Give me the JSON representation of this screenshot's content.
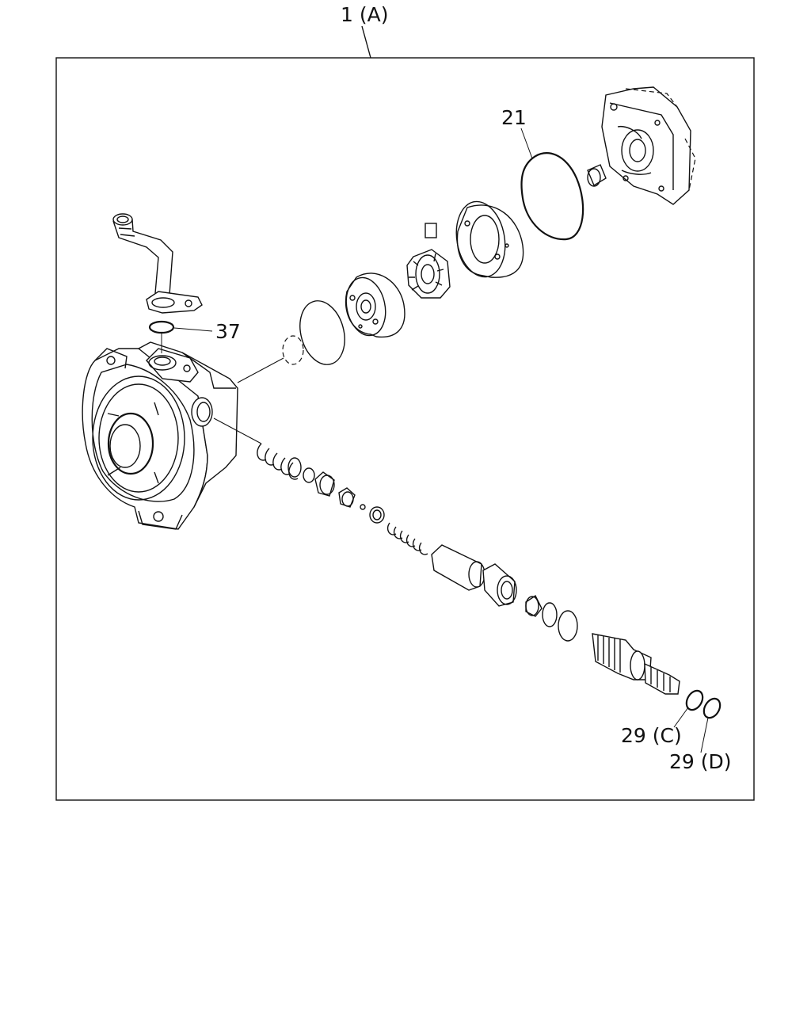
{
  "callouts": {
    "assembly": "1 (A)",
    "gasket": "21",
    "o_ring_top": "37",
    "seal_c": "29 (C)",
    "seal_d": "29 (D)"
  }
}
